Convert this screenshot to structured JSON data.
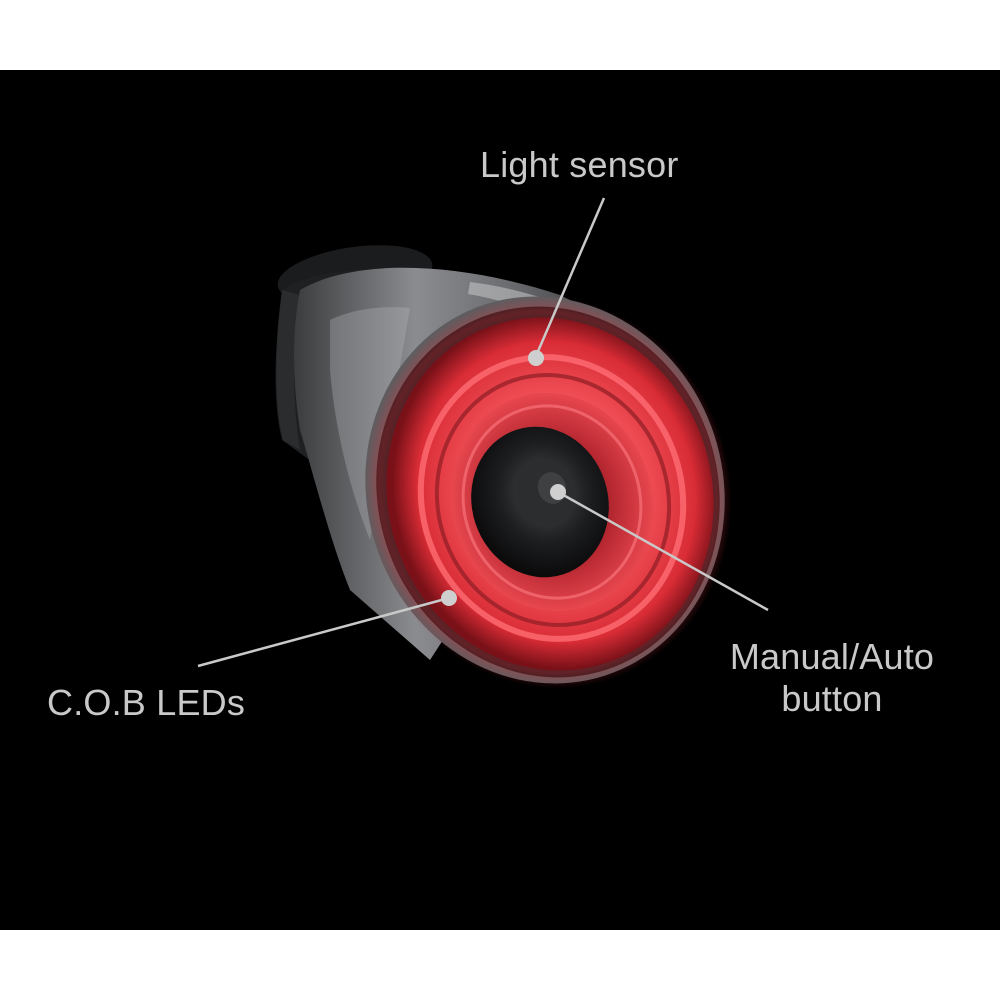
{
  "scene": {
    "background_color": "#000000",
    "subject": "bike-tail-light",
    "accent_color": "#e8323c"
  },
  "callouts": {
    "light_sensor": "Light sensor",
    "cob_leds": "C.O.B LEDs",
    "manual_auto_line1": "Manual/Auto",
    "manual_auto_line2": "button"
  }
}
